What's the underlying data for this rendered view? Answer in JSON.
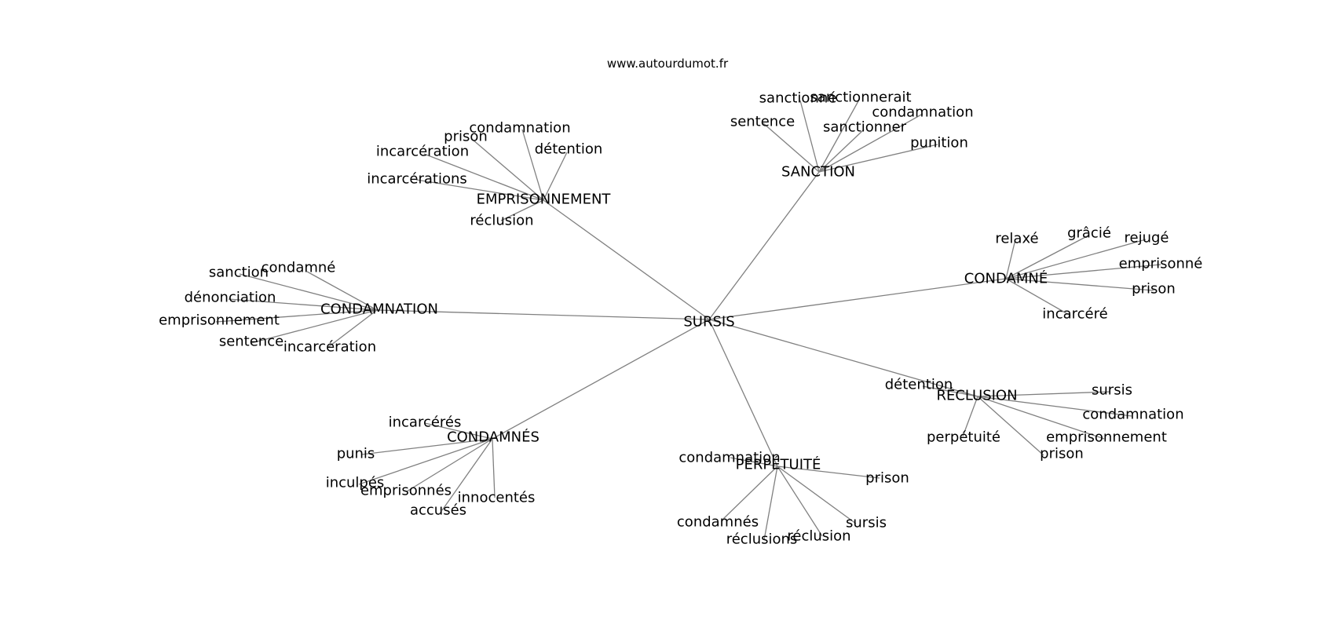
{
  "site": "www.autourdumot.fr",
  "colors": {
    "edge": "#808080",
    "text": "#000000",
    "background": "#ffffff"
  },
  "graph": {
    "root": "SURSIS",
    "clusters": [
      {
        "hub": "EMPRISONNEMENT",
        "leaves": [
          "condamnation",
          "prison",
          "incarcération",
          "détention",
          "incarcérations",
          "réclusion"
        ]
      },
      {
        "hub": "SANCTION",
        "leaves": [
          "sanctionné",
          "sanctionnerait",
          "sentence",
          "condamnation",
          "sanctionner",
          "punition"
        ]
      },
      {
        "hub": "CONDAMNÉ",
        "leaves": [
          "relaxé",
          "grâcié",
          "rejugé",
          "emprisonné",
          "prison",
          "incarcéré"
        ]
      },
      {
        "hub": "CONDAMNATION",
        "leaves": [
          "sanction",
          "condamné",
          "dénonciation",
          "emprisonnement",
          "sentence",
          "incarcération"
        ]
      },
      {
        "hub": "RÉCLUSION",
        "leaves": [
          "détention",
          "sursis",
          "condamnation",
          "perpétuité",
          "emprisonnement",
          "prison"
        ]
      },
      {
        "hub": "CONDAMNÉS",
        "leaves": [
          "incarcérés",
          "punis",
          "inculpés",
          "emprisonnés",
          "innocentés",
          "accusés"
        ]
      },
      {
        "hub": "PERPÉTUITÉ",
        "leaves": [
          "condamnation",
          "prison",
          "condamnés",
          "sursis",
          "réclusions",
          "réclusion"
        ]
      }
    ]
  }
}
